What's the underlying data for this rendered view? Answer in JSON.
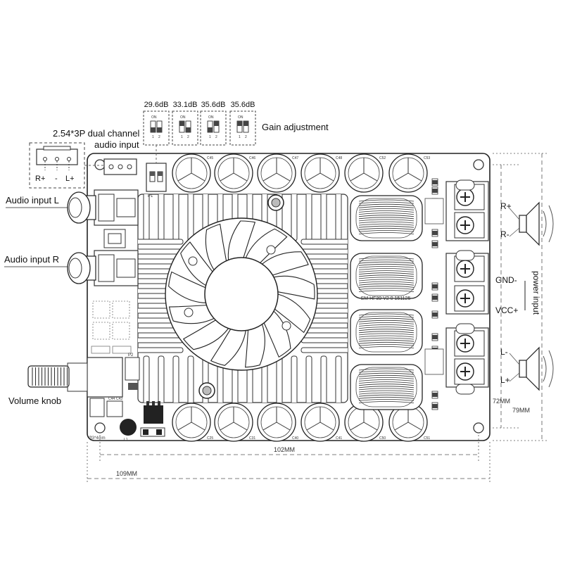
{
  "gain": {
    "options": [
      "29.6dB",
      "33.1dB",
      "35.6dB",
      "35.6dB"
    ],
    "label": "Gain adjustment",
    "switch_on": "ON",
    "switch_pins": [
      "1",
      "2"
    ]
  },
  "input_connector": {
    "label_line1": "2.54*3P dual channel",
    "label_line2": "audio input",
    "pins": [
      "R+",
      "-",
      "L+"
    ]
  },
  "audio_inputs": {
    "left": "Audio input L",
    "right": "Audio input R"
  },
  "volume_knob": "Volume knob",
  "speaker_terminals": {
    "right_pos": "R+",
    "right_neg": "R-",
    "left_neg": "L-",
    "left_pos": "L+"
  },
  "power": {
    "gnd": "GND-",
    "vcc": "VCC+",
    "label": "power input"
  },
  "board_marking": "SM HF39 V2 0 151125",
  "dimensions": {
    "inner_width": "102MM",
    "outer_width": "109MM",
    "inner_height": "72MM",
    "outer_height": "79MM",
    "hole": "Ø3*4mm"
  },
  "cap_labels_top": [
    "C45",
    "C46",
    "C47",
    "C48",
    "C52",
    "C53"
  ],
  "cap_labels_bottom": [
    "C25",
    "C31",
    "C40",
    "C41",
    "C50",
    "C51"
  ],
  "small_marks": {
    "p1": "P1",
    "p2": "P2",
    "c44": "C44",
    "c43": "C43",
    "l1": "L1"
  }
}
